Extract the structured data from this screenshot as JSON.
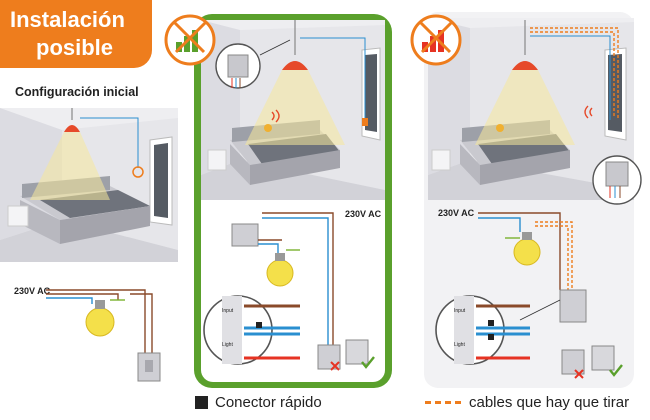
{
  "title": {
    "line1": "Instalación",
    "line2": "posible"
  },
  "subtitle": "Configuración inicial",
  "labels": {
    "voltage_left": "230V AC",
    "voltage_middle": "230V AC",
    "voltage_right": "230V AC",
    "terminal_input": "Input",
    "terminal_light": "Light",
    "terminal_input_r": "Input",
    "terminal_light_r": "Light"
  },
  "legend": {
    "quick_connector": "Conector rápido",
    "cables_to_pull": "cables que hay que tirar"
  },
  "colors": {
    "orange": "#ee7d1d",
    "green": "#5a9a2c",
    "red": "#e63323",
    "brown": "#8a4a2a",
    "blue": "#2a8fd0",
    "wall": "#e9e9ec"
  }
}
